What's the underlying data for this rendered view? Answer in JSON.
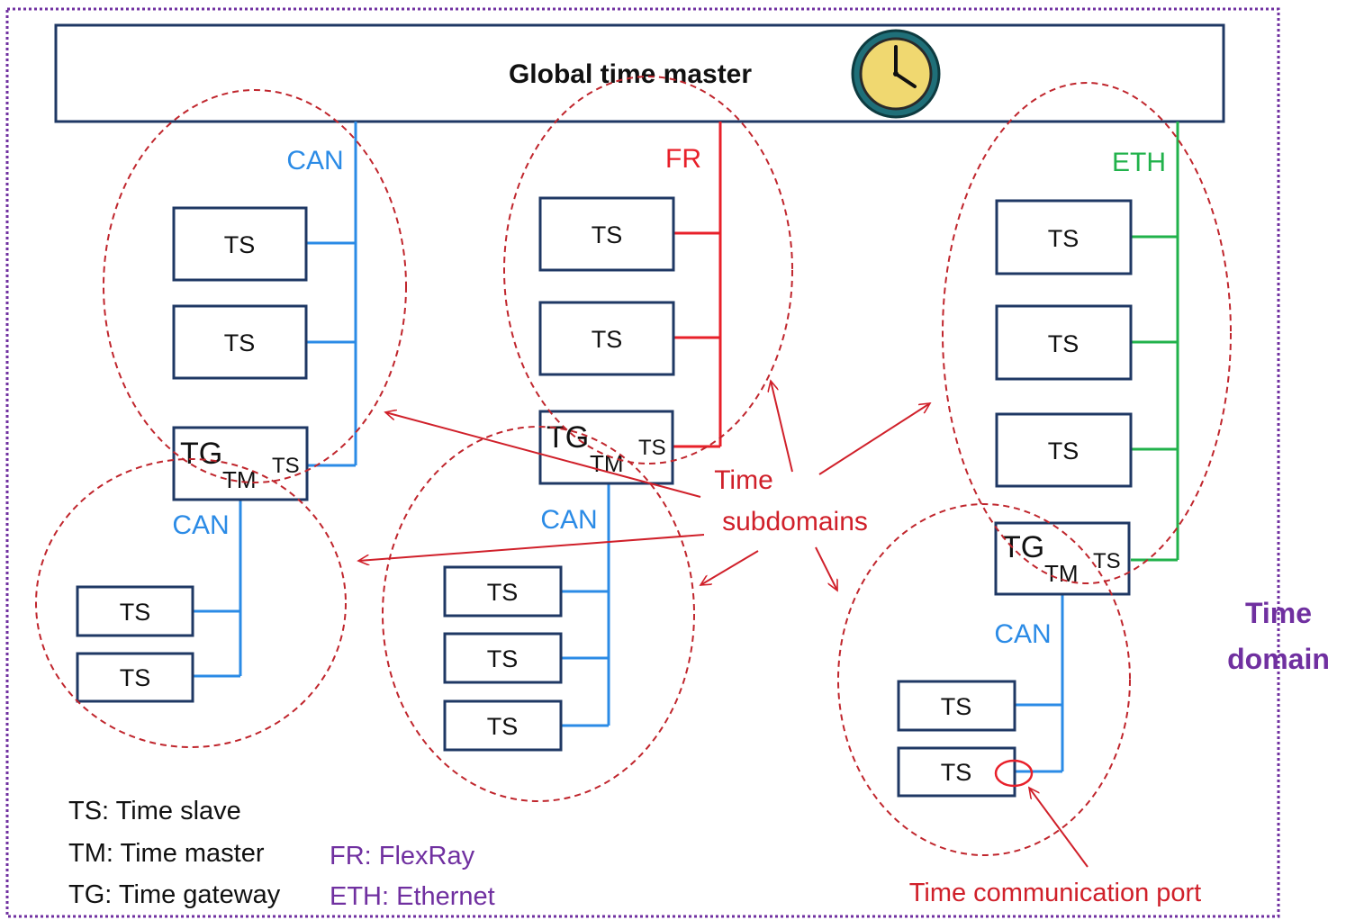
{
  "master": {
    "title": "Global time master",
    "icon": "clock-icon"
  },
  "buses": {
    "can_left": "CAN",
    "fr": "FR",
    "eth": "ETH",
    "can_bottom_left": "CAN",
    "can_mid": "CAN",
    "can_right": "CAN"
  },
  "nodes": {
    "ts": "TS",
    "tg": "TG",
    "tm": "TM"
  },
  "annotations": {
    "subdomains_line1": "Time",
    "subdomains_line2": "subdomains",
    "port": "Time communication port",
    "domain_line1": "Time",
    "domain_line2": "domain"
  },
  "legend": {
    "ts": "TS: Time slave",
    "tm": "TM: Time master",
    "tg": "TG: Time gateway",
    "fr": "FR: FlexRay",
    "eth": "ETH: Ethernet"
  },
  "colors": {
    "box_stroke": "#1f3864",
    "can": "#2b8be6",
    "fr": "#e8202a",
    "eth": "#21b24b",
    "subdomain": "#c0262d",
    "domain": "#7030a0",
    "clock_face": "#f0d870",
    "clock_ring": "#1f6f78"
  }
}
